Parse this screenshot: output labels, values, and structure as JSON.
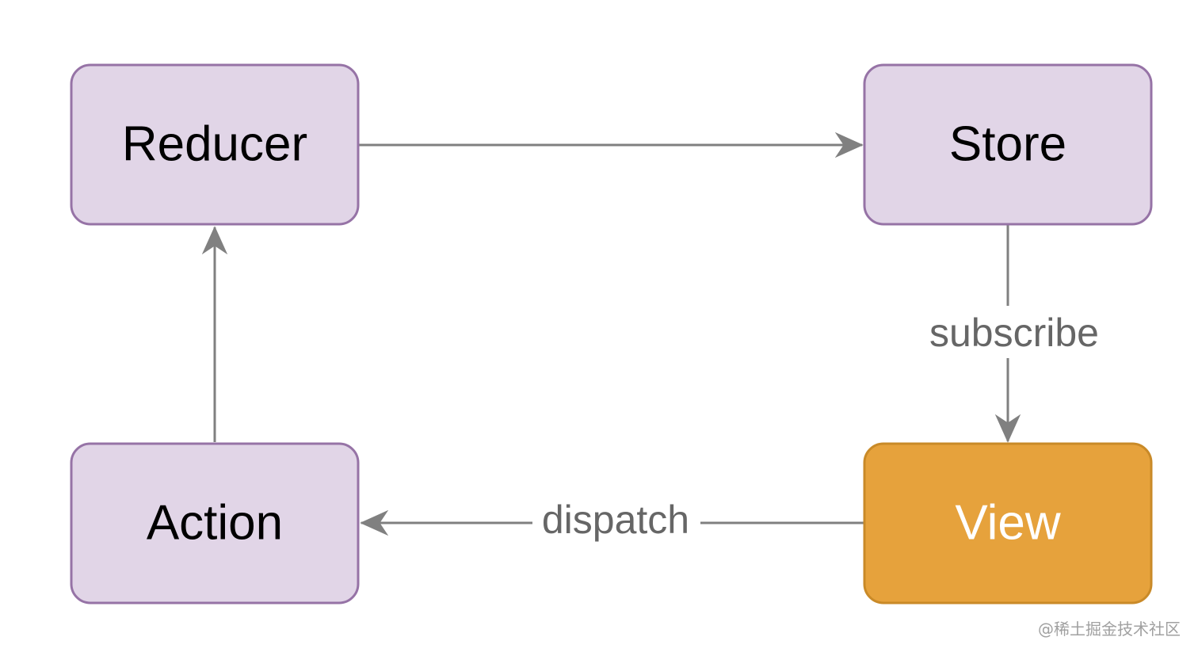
{
  "colors": {
    "node_fill": "#e1d5e7",
    "node_stroke": "#9673a6",
    "node_text": "#000000",
    "view_fill": "#e6a23c",
    "view_stroke": "#c98a28",
    "view_text": "#ffffff",
    "edge": "#808080",
    "edge_label": "#666666",
    "background": "#ffffff"
  },
  "nodes": {
    "reducer": {
      "label": "Reducer"
    },
    "store": {
      "label": "Store"
    },
    "action": {
      "label": "Action"
    },
    "view": {
      "label": "View"
    }
  },
  "edges": {
    "reducer_to_store": {
      "from": "Reducer",
      "to": "Store",
      "label": ""
    },
    "store_to_view": {
      "from": "Store",
      "to": "View",
      "label": "subscribe"
    },
    "view_to_action": {
      "from": "View",
      "to": "Action",
      "label": "dispatch"
    },
    "action_to_reducer": {
      "from": "Action",
      "to": "Reducer",
      "label": ""
    }
  },
  "watermark": "@稀土掘金技术社区"
}
